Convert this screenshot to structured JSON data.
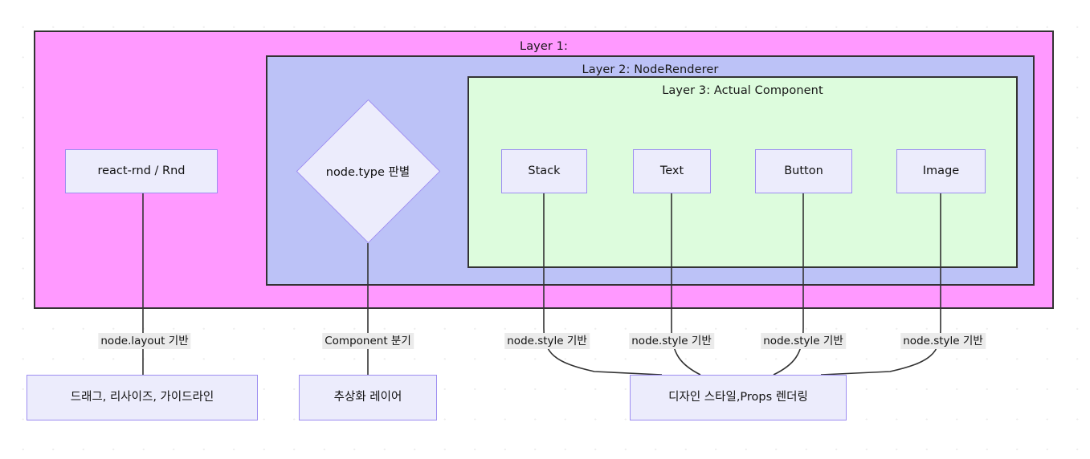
{
  "diagram": {
    "type": "flowchart",
    "layers": [
      {
        "id": "layer1",
        "title": "Layer 1:",
        "color": "#ff99ff"
      },
      {
        "id": "layer2",
        "title": "Layer 2: NodeRenderer",
        "color": "#bcc2f7"
      },
      {
        "id": "layer3",
        "title": "Layer 3: Actual Component",
        "color": "#ddfcdd"
      }
    ],
    "nodes": {
      "rnd": "react-rnd / Rnd",
      "decision": "node.type 판별",
      "stack": "Stack",
      "text": "Text",
      "button": "Button",
      "image": "Image",
      "drag": "드래그, 리사이즈, 가이드라인",
      "abstract": "추상화 레이어",
      "design": "디자인 스타일,Props 렌더링"
    },
    "edge_labels": {
      "layout": "node.layout 기반",
      "component": "Component 분기",
      "style_stack": "node.style 기반",
      "style_text": "node.style 기반",
      "style_button": "node.style 기반",
      "style_image": "node.style 기반"
    },
    "colors": {
      "layer1_fill": "#ff99ff",
      "layer2_fill": "#bcc2f7",
      "layer3_fill": "#ddfcdd",
      "node_fill": "#ececfc",
      "node_stroke": "#9d8df1",
      "edge_stroke": "#333333",
      "label_bg": "#ebebeb",
      "canvas_bg": "#ffffff",
      "dot_grid": "#ededed"
    }
  }
}
